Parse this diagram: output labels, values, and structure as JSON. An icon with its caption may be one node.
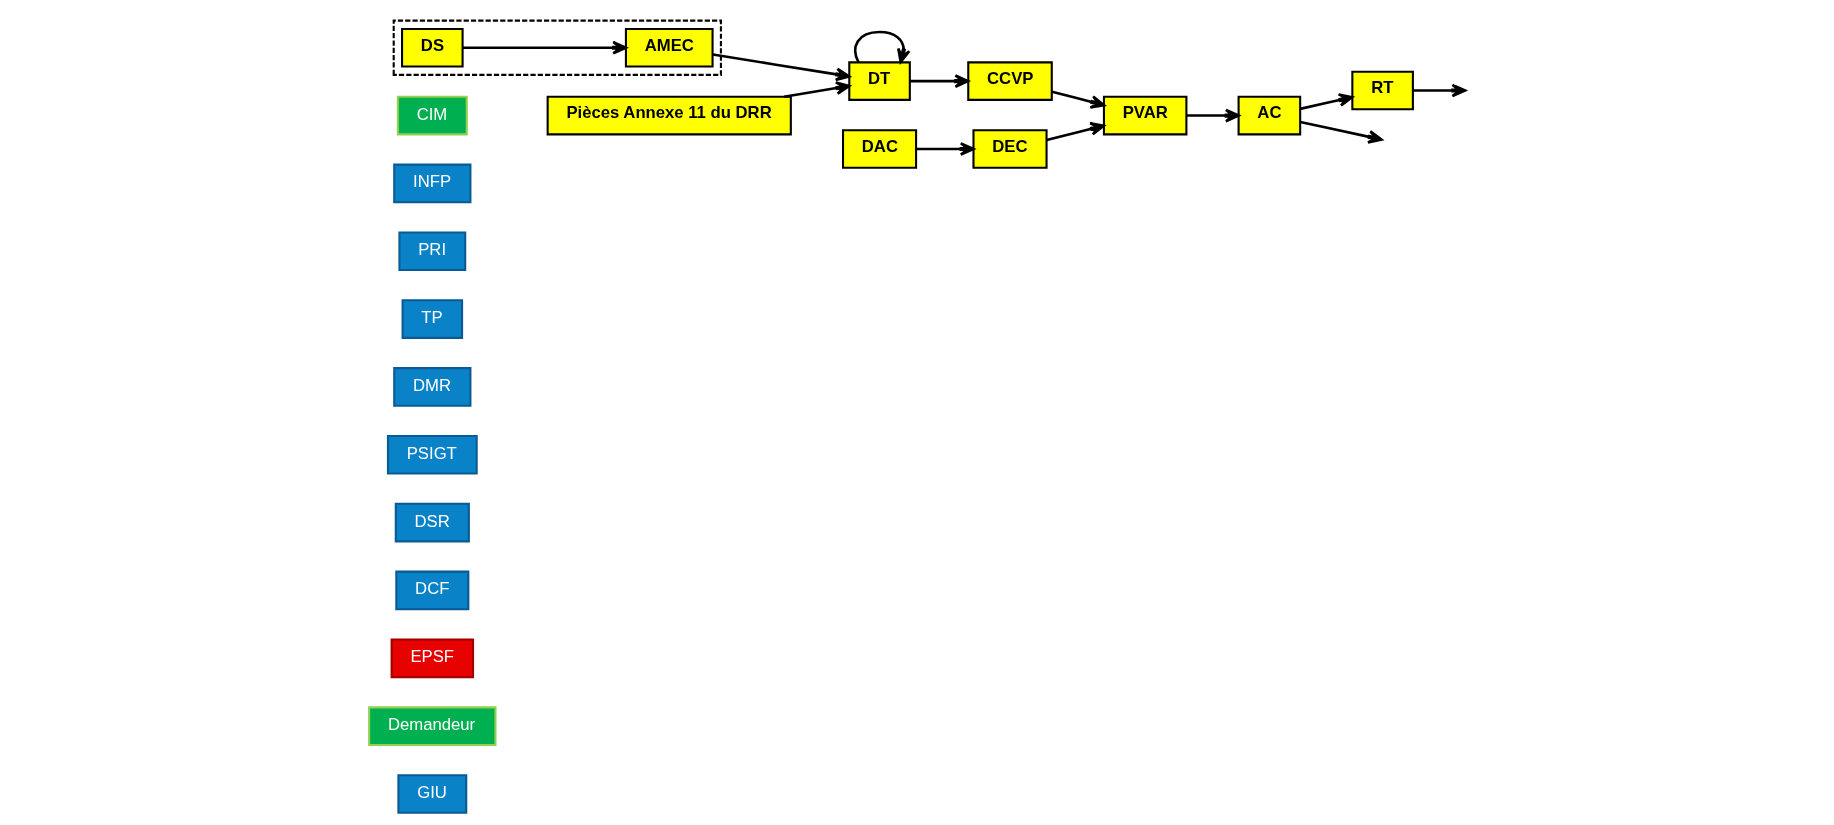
{
  "diagram": {
    "nodes": [
      {
        "text": [
          "GIU"
        ]
      },
      {
        "text": [
          "Demandeur"
        ]
      },
      {
        "text": [
          "EPSF"
        ]
      },
      {
        "text": [
          "DCF"
        ]
      },
      {
        "text": [
          "DSR"
        ]
      },
      {
        "text": [
          "PSIGT"
        ]
      },
      {
        "text": [
          "DMR"
        ]
      },
      {
        "text": [
          "TP"
        ]
      },
      {
        "text": [
          "PRI"
        ]
      },
      {
        "text": [
          "INFP"
        ]
      },
      {
        "text": [
          "CIM"
        ]
      },
      {
        "text": [],
        "shape": "box"
      },
      {
        "text": [
          "DS"
        ],
        "in": 11
      },
      {
        "text": [
          "AMEC"
        ],
        "in": 11
      },
      {
        "text": [
          "Pièces Annexe 11 du DRR"
        ]
      },
      {
        "text": [
          "DT"
        ]
      },
      {
        "text": [
          "CCVP"
        ]
      },
      {
        "text": [
          "PVAR"
        ]
      },
      {
        "text": [
          "DAC"
        ]
      },
      {
        "text": [
          "DEC"
        ]
      },
      {
        "text": [
          "AC"
        ]
      },
      {
        "text": [
          "RT"
        ]
      }
    ],
    "edges": [
      {
        "from": 12,
        "to": 13,
        "arrow": "to"
      },
      {
        "from": 13,
        "to": 15,
        "arrow": "to"
      },
      {
        "from": 14,
        "to": 15,
        "arrow": "to"
      },
      {
        "from": 15,
        "to": 15,
        "arrow": "to"
      },
      {
        "from": 15,
        "to": 16,
        "arrow": "to"
      },
      {
        "from": 16,
        "to": 17,
        "arrow": "to"
      },
      {
        "from": 19,
        "to": 17,
        "arrow": "to"
      },
      {
        "from": 18,
        "to": 19,
        "arrow": "to"
      },
      {
        "from": 17,
        "to": 20,
        "arrow": "to"
      },
      {
        "from": 20,
        "to": null,
        "arrow": "to"
      },
      {
        "from": 20,
        "to": 21,
        "arrow": "to"
      },
      {
        "from": 21,
        "to": null,
        "arrow": "to"
      }
    ]
  }
}
